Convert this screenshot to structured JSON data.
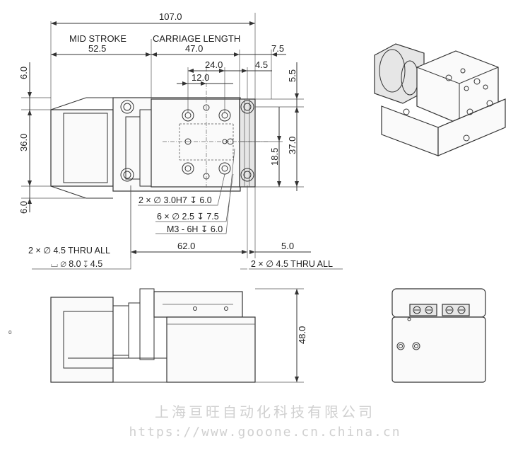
{
  "dimensions": {
    "overall_length": "107.0",
    "mid_stroke_label": "MID STROKE",
    "mid_stroke_value": "52.5",
    "carriage_length_label": "CARRIAGE LENGTH",
    "carriage_length_value": "47.0",
    "right_end": "7.5",
    "hole_spacing_outer": "24.0",
    "hole_spacing_inner": "12.0",
    "right_offset": "4.5",
    "top_offset_right": "5.5",
    "top_offset_left": "6.0",
    "width": "36.0",
    "bottom_offset_left": "6.0",
    "carriage_width": "37.0",
    "carriage_half": "18.5",
    "base_hole_spacing": "62.0",
    "base_right": "5.0",
    "height": "48.0"
  },
  "callouts": {
    "dowel_holes": "2 × ∅ 3.0H7 ↧ 6.0",
    "small_holes": "6 × ∅ 2.5 ↧ 7.5",
    "threaded_holes": "M3 - 6H ↧ 6.0",
    "left_thru_holes": "2 × ∅ 4.5 THRU ALL",
    "counterbore": "⌴ ∅ 8.0 ↧ 4.5",
    "right_thru_holes": "2 × ∅ 4.5 THRU ALL"
  },
  "stray_mark": "ₒ",
  "watermark": {
    "company": "上海亘旺自动化科技有限公司",
    "url": "https://www.gooone.cn.china.cn"
  }
}
